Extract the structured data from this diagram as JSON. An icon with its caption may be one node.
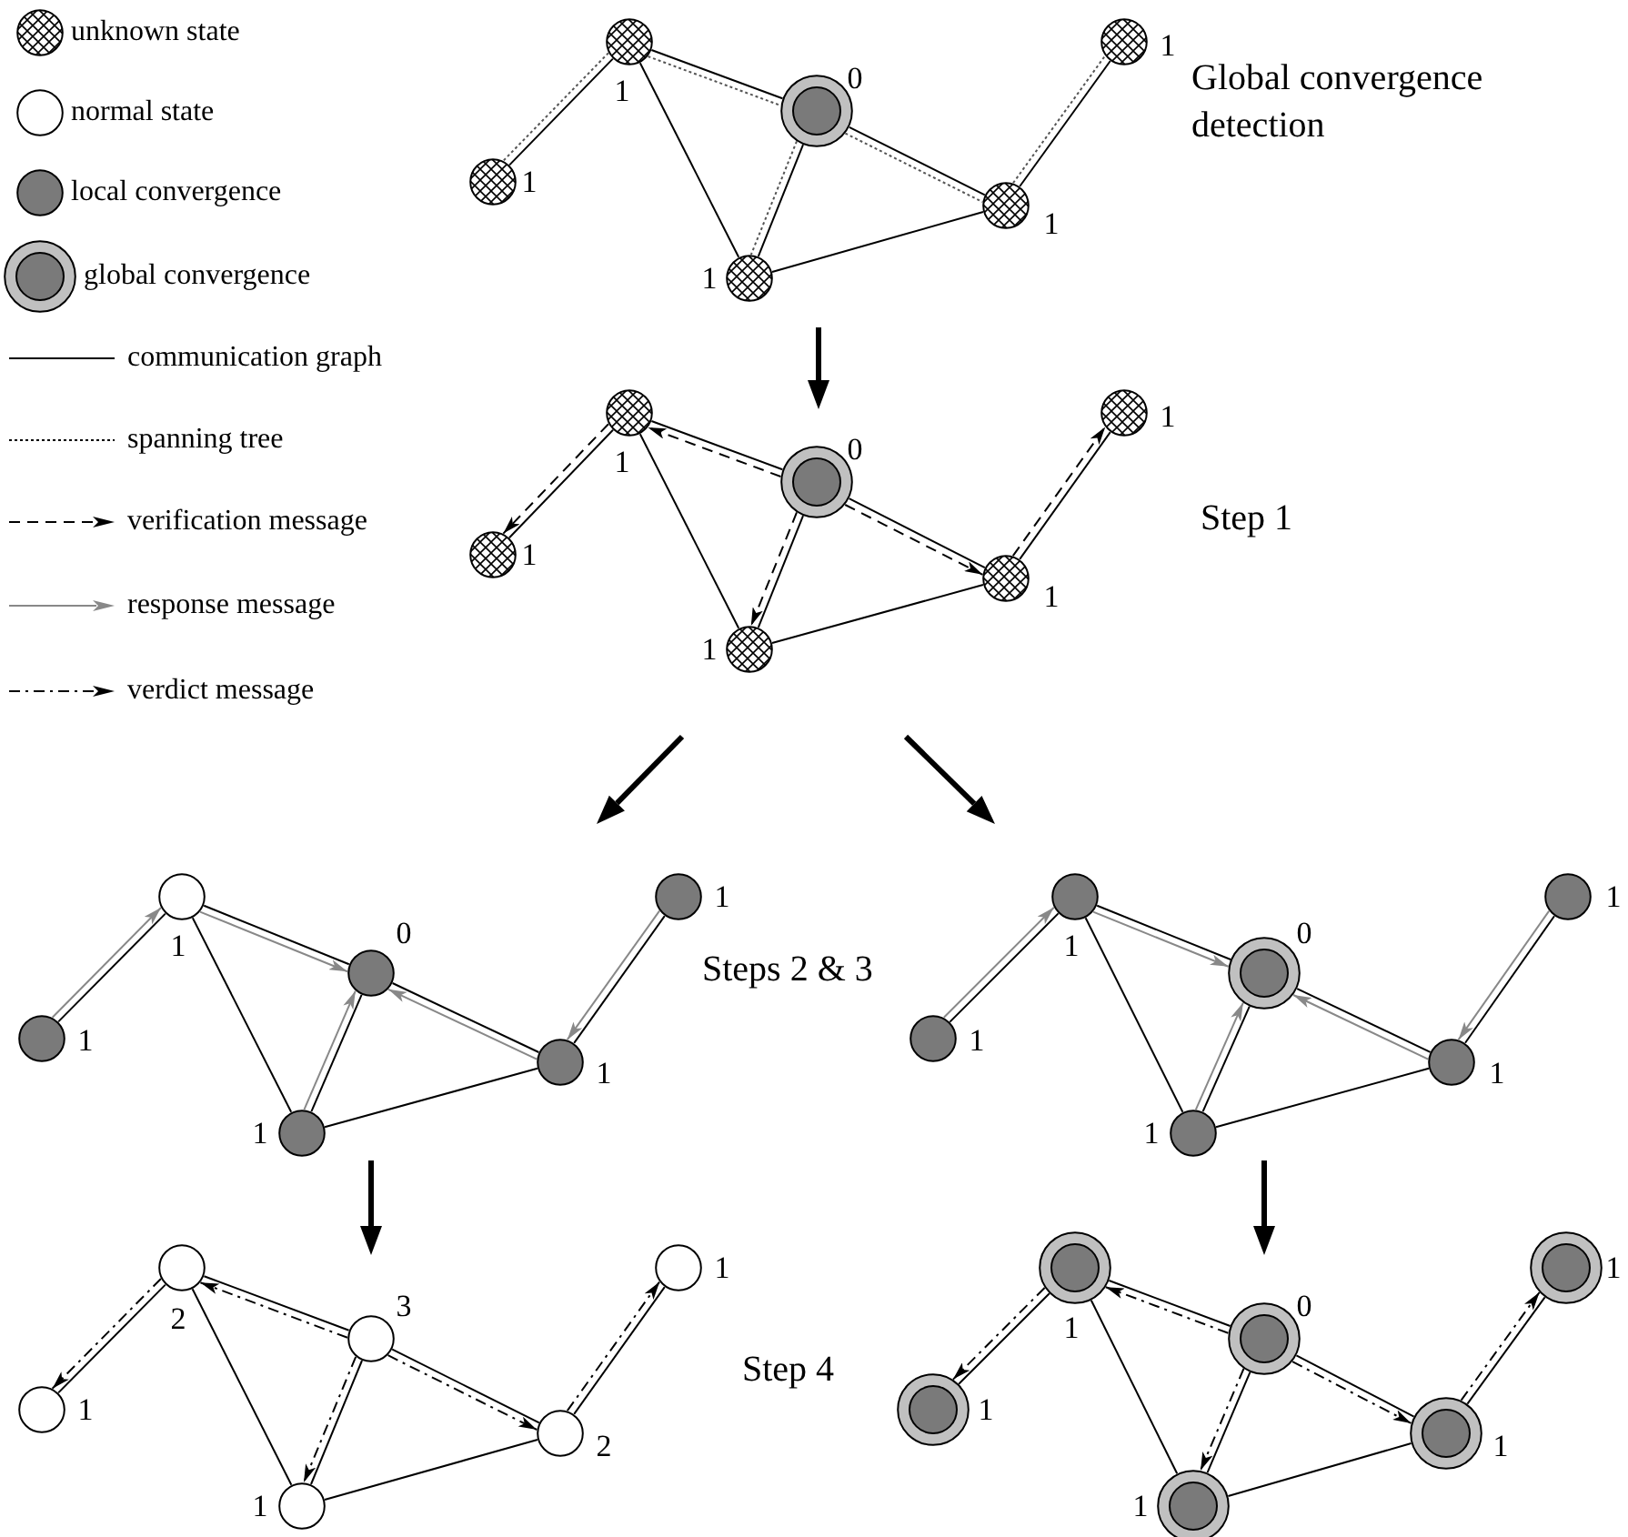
{
  "diagram": {
    "nodes": [
      {
        "text": [],
        "shape": "circle",
        "beside": [
          "1"
        ]
      },
      {
        "text": [],
        "shape": "circle",
        "beside": [
          "0"
        ]
      },
      {
        "text": [],
        "shape": "circle",
        "beside": [
          "1"
        ]
      },
      {
        "text": [],
        "shape": "circle",
        "beside": [
          "1"
        ]
      },
      {
        "text": [],
        "shape": "circle",
        "beside": [
          "1"
        ]
      },
      {
        "text": [],
        "shape": "circle",
        "beside": [
          "1"
        ]
      },
      {
        "text": [],
        "shape": "circle",
        "beside": [
          "1"
        ]
      },
      {
        "text": [],
        "shape": "circle",
        "beside": [
          "0"
        ]
      },
      {
        "text": [],
        "shape": "circle",
        "beside": [
          "1"
        ]
      },
      {
        "text": [],
        "shape": "circle",
        "beside": [
          "1"
        ]
      },
      {
        "text": [],
        "shape": "circle",
        "beside": [
          "1"
        ]
      },
      {
        "text": [],
        "shape": "circle",
        "beside": [
          "1"
        ]
      },
      {
        "text": [],
        "shape": "circle",
        "beside": [
          "1"
        ]
      },
      {
        "text": [],
        "shape": "circle",
        "beside": [
          "0"
        ]
      },
      {
        "text": [],
        "shape": "circle",
        "beside": [
          "1"
        ]
      },
      {
        "text": [],
        "shape": "circle",
        "beside": [
          "1"
        ]
      },
      {
        "text": [],
        "shape": "circle",
        "beside": [
          "1"
        ]
      },
      {
        "text": [],
        "shape": "circle",
        "beside": [
          "1"
        ]
      },
      {
        "text": [],
        "shape": "circle",
        "beside": [
          "1"
        ]
      },
      {
        "text": [],
        "shape": "circle",
        "beside": [
          "0"
        ]
      },
      {
        "text": [],
        "shape": "circle",
        "beside": [
          "1"
        ]
      },
      {
        "text": [],
        "shape": "circle",
        "beside": [
          "1"
        ]
      },
      {
        "text": [],
        "shape": "circle",
        "beside": [
          "1"
        ]
      },
      {
        "text": [],
        "shape": "circle",
        "beside": [
          "1"
        ]
      },
      {
        "text": [],
        "shape": "circle",
        "beside": [
          "2"
        ]
      },
      {
        "text": [],
        "shape": "circle",
        "beside": [
          "3"
        ]
      },
      {
        "text": [],
        "shape": "circle",
        "beside": [
          "1"
        ]
      },
      {
        "text": [],
        "shape": "circle",
        "beside": [
          "1"
        ]
      },
      {
        "text": [],
        "shape": "circle",
        "beside": [
          "1"
        ]
      },
      {
        "text": [],
        "shape": "circle",
        "beside": [
          "2"
        ]
      },
      {
        "text": [],
        "shape": "circle",
        "beside": [
          "1"
        ]
      },
      {
        "text": [],
        "shape": "circle",
        "beside": [
          "0"
        ]
      },
      {
        "text": [],
        "shape": "circle",
        "beside": [
          "1"
        ]
      },
      {
        "text": [],
        "shape": "circle",
        "beside": [
          "1"
        ]
      },
      {
        "text": [],
        "shape": "circle",
        "beside": [
          "1"
        ]
      },
      {
        "text": [],
        "shape": "circle",
        "beside": [
          "1"
        ]
      }
    ],
    "edges": [
      {
        "from": 0,
        "to": 3,
        "arrow": "none"
      },
      {
        "from": 0,
        "to": 1,
        "arrow": "none"
      },
      {
        "from": 0,
        "to": 4,
        "arrow": "none"
      },
      {
        "from": 1,
        "to": 4,
        "arrow": "none"
      },
      {
        "from": 1,
        "to": 5,
        "arrow": "none"
      },
      {
        "from": 4,
        "to": 5,
        "arrow": "none"
      },
      {
        "from": 5,
        "to": 2,
        "arrow": "none"
      },
      {
        "from": 0,
        "to": 3,
        "arrow": "none",
        "style": "dashed"
      },
      {
        "from": 0,
        "to": 1,
        "arrow": "none",
        "style": "dashed"
      },
      {
        "from": 1,
        "to": 4,
        "arrow": "none",
        "style": "dashed"
      },
      {
        "from": 1,
        "to": 5,
        "arrow": "none",
        "style": "dashed"
      },
      {
        "from": 5,
        "to": 2,
        "arrow": "none",
        "style": "dashed"
      },
      {
        "from": 6,
        "to": 9,
        "arrow": "none"
      },
      {
        "from": 6,
        "to": 7,
        "arrow": "none"
      },
      {
        "from": 6,
        "to": 10,
        "arrow": "none"
      },
      {
        "from": 7,
        "to": 10,
        "arrow": "none"
      },
      {
        "from": 7,
        "to": 11,
        "arrow": "none"
      },
      {
        "from": 10,
        "to": 11,
        "arrow": "none"
      },
      {
        "from": 11,
        "to": 8,
        "arrow": "none"
      },
      {
        "from": 7,
        "to": 6,
        "arrow": "to",
        "style": "dashed"
      },
      {
        "from": 6,
        "to": 9,
        "arrow": "to",
        "style": "dashed"
      },
      {
        "from": 7,
        "to": 10,
        "arrow": "to",
        "style": "dashed"
      },
      {
        "from": 7,
        "to": 11,
        "arrow": "to",
        "style": "dashed"
      },
      {
        "from": 11,
        "to": 8,
        "arrow": "to",
        "style": "dashed"
      },
      {
        "from": 12,
        "to": 15,
        "arrow": "none"
      },
      {
        "from": 12,
        "to": 13,
        "arrow": "none"
      },
      {
        "from": 12,
        "to": 16,
        "arrow": "none"
      },
      {
        "from": 13,
        "to": 16,
        "arrow": "none"
      },
      {
        "from": 13,
        "to": 17,
        "arrow": "none"
      },
      {
        "from": 16,
        "to": 17,
        "arrow": "none"
      },
      {
        "from": 17,
        "to": 14,
        "arrow": "none"
      },
      {
        "from": 15,
        "to": 12,
        "arrow": "to",
        "color": "#888888"
      },
      {
        "from": 12,
        "to": 13,
        "arrow": "to",
        "color": "#888888"
      },
      {
        "from": 16,
        "to": 13,
        "arrow": "to",
        "color": "#888888"
      },
      {
        "from": 17,
        "to": 13,
        "arrow": "to",
        "color": "#888888"
      },
      {
        "from": 14,
        "to": 17,
        "arrow": "to",
        "color": "#888888"
      },
      {
        "from": 18,
        "to": 21,
        "arrow": "none"
      },
      {
        "from": 18,
        "to": 19,
        "arrow": "none"
      },
      {
        "from": 18,
        "to": 22,
        "arrow": "none"
      },
      {
        "from": 19,
        "to": 22,
        "arrow": "none"
      },
      {
        "from": 19,
        "to": 23,
        "arrow": "none"
      },
      {
        "from": 22,
        "to": 23,
        "arrow": "none"
      },
      {
        "from": 23,
        "to": 20,
        "arrow": "none"
      },
      {
        "from": 21,
        "to": 18,
        "arrow": "to",
        "color": "#888888"
      },
      {
        "from": 18,
        "to": 19,
        "arrow": "to",
        "color": "#888888"
      },
      {
        "from": 22,
        "to": 19,
        "arrow": "to",
        "color": "#888888"
      },
      {
        "from": 23,
        "to": 19,
        "arrow": "to",
        "color": "#888888"
      },
      {
        "from": 20,
        "to": 23,
        "arrow": "to",
        "color": "#888888"
      },
      {
        "from": 24,
        "to": 27,
        "arrow": "none"
      },
      {
        "from": 24,
        "to": 25,
        "arrow": "none"
      },
      {
        "from": 24,
        "to": 28,
        "arrow": "none"
      },
      {
        "from": 25,
        "to": 28,
        "arrow": "none"
      },
      {
        "from": 25,
        "to": 29,
        "arrow": "none"
      },
      {
        "from": 28,
        "to": 29,
        "arrow": "none"
      },
      {
        "from": 29,
        "to": 26,
        "arrow": "none"
      },
      {
        "from": 25,
        "to": 24,
        "arrow": "to",
        "style": "dashed"
      },
      {
        "from": 24,
        "to": 27,
        "arrow": "to",
        "style": "dashed"
      },
      {
        "from": 25,
        "to": 28,
        "arrow": "to",
        "style": "dashed"
      },
      {
        "from": 25,
        "to": 29,
        "arrow": "to",
        "style": "dashed"
      },
      {
        "from": 29,
        "to": 26,
        "arrow": "to",
        "style": "dashed"
      },
      {
        "from": 30,
        "to": 33,
        "arrow": "none"
      },
      {
        "from": 30,
        "to": 31,
        "arrow": "none"
      },
      {
        "from": 30,
        "to": 34,
        "arrow": "none"
      },
      {
        "from": 31,
        "to": 34,
        "arrow": "none"
      },
      {
        "from": 31,
        "to": 35,
        "arrow": "none"
      },
      {
        "from": 34,
        "to": 35,
        "arrow": "none"
      },
      {
        "from": 35,
        "to": 32,
        "arrow": "none"
      },
      {
        "from": 31,
        "to": 30,
        "arrow": "to",
        "style": "dashed"
      },
      {
        "from": 30,
        "to": 33,
        "arrow": "to",
        "style": "dashed"
      },
      {
        "from": 31,
        "to": 34,
        "arrow": "to",
        "style": "dashed"
      },
      {
        "from": 31,
        "to": 35,
        "arrow": "to",
        "style": "dashed"
      },
      {
        "from": 35,
        "to": 32,
        "arrow": "to",
        "style": "dashed"
      }
    ],
    "labels": [
      "Global convergence detection",
      "Step 1",
      "Steps 2 & 3",
      "Step 4"
    ],
    "legend": [
      {
        "text": "unknown state"
      },
      {
        "text": "normal state"
      },
      {
        "text": "local convergence"
      },
      {
        "text": "global convergence"
      },
      {
        "text": "communication graph"
      },
      {
        "text": "spanning tree"
      },
      {
        "text": "verification message"
      },
      {
        "text": "response message"
      },
      {
        "text": "verdict message"
      }
    ]
  }
}
